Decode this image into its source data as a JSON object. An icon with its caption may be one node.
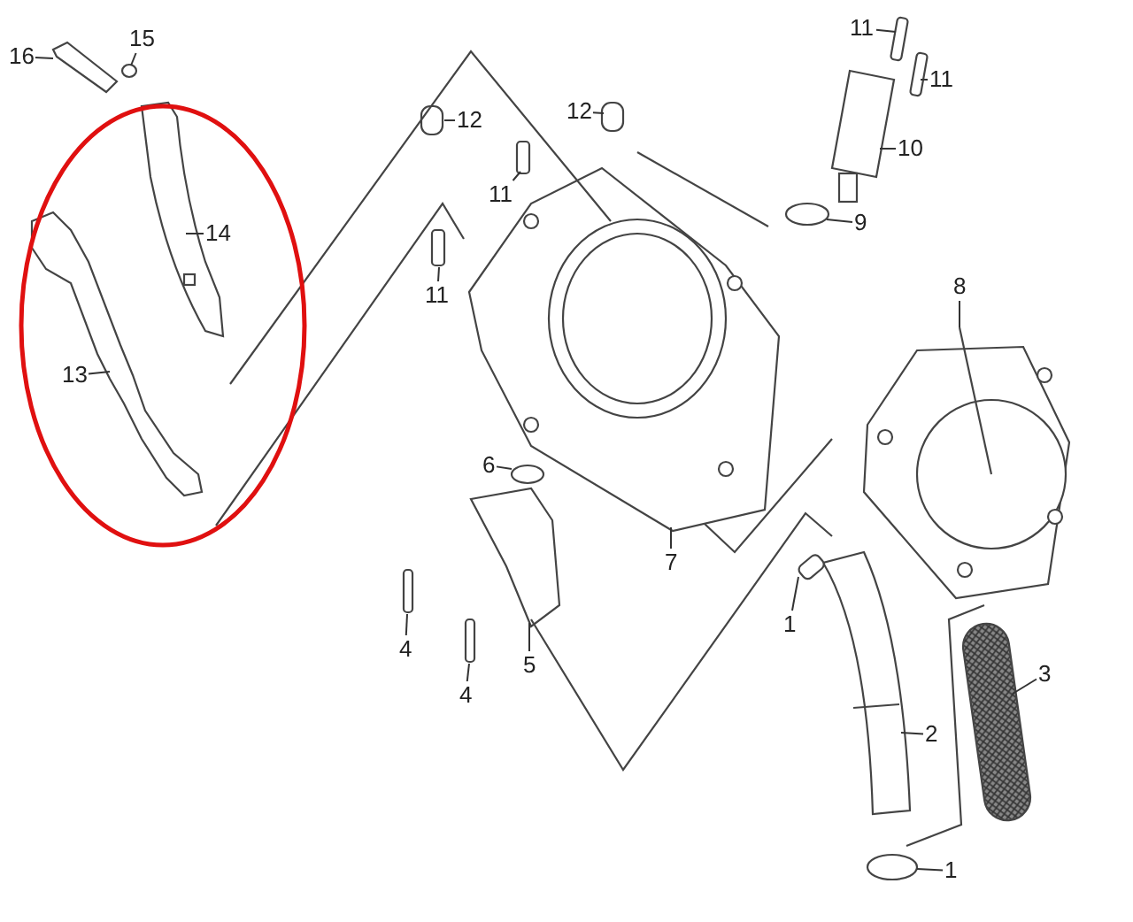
{
  "diagram": {
    "nodes": [
      {
        "text": [
          "16"
        ]
      },
      {
        "text": [
          "11"
        ]
      },
      {
        "text": [
          "15"
        ]
      },
      {
        "text": [
          "11"
        ]
      },
      {
        "text": [
          "12"
        ]
      },
      {
        "text": [
          "12"
        ]
      },
      {
        "text": [
          "10"
        ]
      },
      {
        "text": [
          "11"
        ]
      },
      {
        "text": [
          "9"
        ]
      },
      {
        "text": [
          "14"
        ]
      },
      {
        "text": [
          "11"
        ]
      },
      {
        "text": [
          "8"
        ]
      },
      {
        "text": [
          "13"
        ]
      },
      {
        "text": [
          "6"
        ]
      },
      {
        "text": [
          "7"
        ]
      },
      {
        "text": [
          "1"
        ]
      },
      {
        "text": [
          "4"
        ]
      },
      {
        "text": [
          "4"
        ]
      },
      {
        "text": [
          "5"
        ]
      },
      {
        "text": [
          "3"
        ]
      },
      {
        "text": [
          "2"
        ]
      },
      {
        "text": [
          "1"
        ]
      }
    ],
    "edges": [
      {
        "from": 0,
        "to": null,
        "arrow": "none"
      },
      {
        "from": 1,
        "to": null,
        "arrow": "none"
      },
      {
        "from": 2,
        "to": null,
        "arrow": "none"
      },
      {
        "from": 3,
        "to": null,
        "arrow": "none"
      },
      {
        "from": 4,
        "to": null,
        "arrow": "none"
      },
      {
        "from": 5,
        "to": null,
        "arrow": "none"
      },
      {
        "from": 6,
        "to": null,
        "arrow": "none"
      },
      {
        "from": 7,
        "to": null,
        "arrow": "none"
      },
      {
        "from": 8,
        "to": null,
        "arrow": "none"
      },
      {
        "from": 9,
        "to": null,
        "arrow": "none"
      },
      {
        "from": 10,
        "to": null,
        "arrow": "none"
      },
      {
        "from": 11,
        "to": null,
        "arrow": "none"
      },
      {
        "from": 12,
        "to": null,
        "arrow": "none"
      },
      {
        "from": 13,
        "to": null,
        "arrow": "none"
      },
      {
        "from": 14,
        "to": null,
        "arrow": "none"
      },
      {
        "from": 15,
        "to": null,
        "arrow": "none"
      },
      {
        "from": 16,
        "to": null,
        "arrow": "none"
      },
      {
        "from": 17,
        "to": null,
        "arrow": "none"
      },
      {
        "from": 18,
        "to": null,
        "arrow": "none"
      },
      {
        "from": 19,
        "to": null,
        "arrow": "none"
      },
      {
        "from": 20,
        "to": null,
        "arrow": "none"
      },
      {
        "from": 21,
        "to": null,
        "arrow": "none"
      }
    ]
  }
}
